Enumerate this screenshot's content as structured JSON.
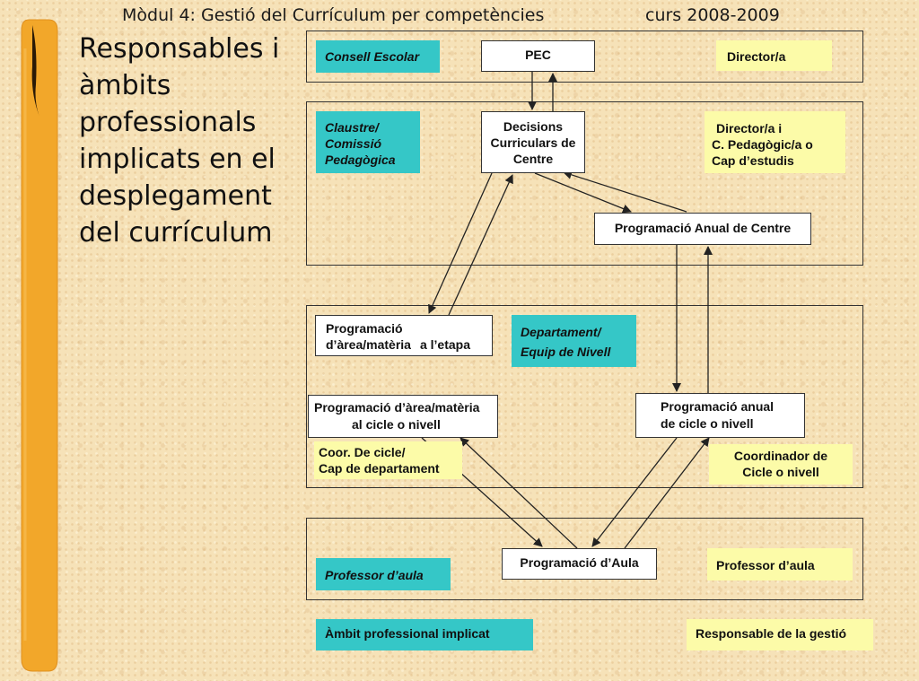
{
  "header": {
    "module": "Mòdul 4: Gestió del Currículum per competències",
    "course": "curs 2008-2009"
  },
  "title": "Responsables i àmbits professionals implicats en el desplegament del currículum",
  "nodes": {
    "pec": "PEC",
    "decisions": "Decisions Curriculars de Centre",
    "programacio_anual_centre": "Programació Anual de Centre",
    "programacio_area_etapa_1": "Programació",
    "programacio_area_etapa_2": "d’àrea/matèria",
    "programacio_area_etapa_3": "a l’etapa",
    "programacio_area_cicle_1": "Programació d’àrea/matèria",
    "programacio_area_cicle_2": "al cicle o nivell",
    "programacio_anual_cicle_1": "Programació anual",
    "programacio_anual_cicle_2": "de cicle o nivell",
    "programacio_aula": "Programació d’Aula"
  },
  "ambits": {
    "consell_escolar": "Consell Escolar",
    "claustre_1": "Claustre/",
    "claustre_2": "Comissió",
    "claustre_3": "Pedagògica",
    "departament_1": "Departament/",
    "departament_2": "Equip de Nivell",
    "professor_aula": "Professor d’aula"
  },
  "responsables": {
    "director": "Director/a",
    "director_pedagogic_1": "Director/a i",
    "director_pedagogic_2": "C. Pedagògic/a o",
    "director_pedagogic_3": "Cap d’estudis",
    "coor_cicle_1": "Coor. De cicle/",
    "coor_cicle_2": "Cap de departament",
    "coordinador_1": "Coordinador de",
    "coordinador_2": "Cicle o nivell",
    "professor_aula": "Professor d’aula"
  },
  "legend": {
    "ambit": "Àmbit professional implicat",
    "responsable": "Responsable de la gestió"
  },
  "colors": {
    "teal": "#35c7c7",
    "yellow": "#fcfba8",
    "paper": "#f6e2b8",
    "scroll": "#f2a72a"
  }
}
